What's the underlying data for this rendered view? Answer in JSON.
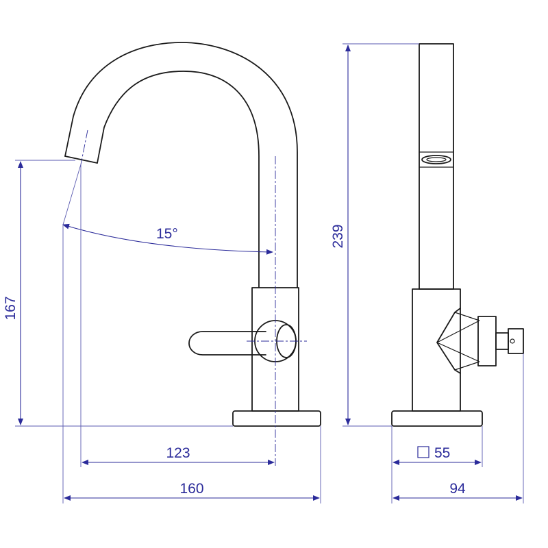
{
  "dimensions": {
    "angle": "15°",
    "total_height": "239",
    "spout_height": "167",
    "spout_reach": "123",
    "total_width": "160",
    "base_square": "55",
    "side_depth": "94"
  },
  "colors": {
    "outline": "#1a1a1a",
    "dimension": "#2b2b9a"
  }
}
